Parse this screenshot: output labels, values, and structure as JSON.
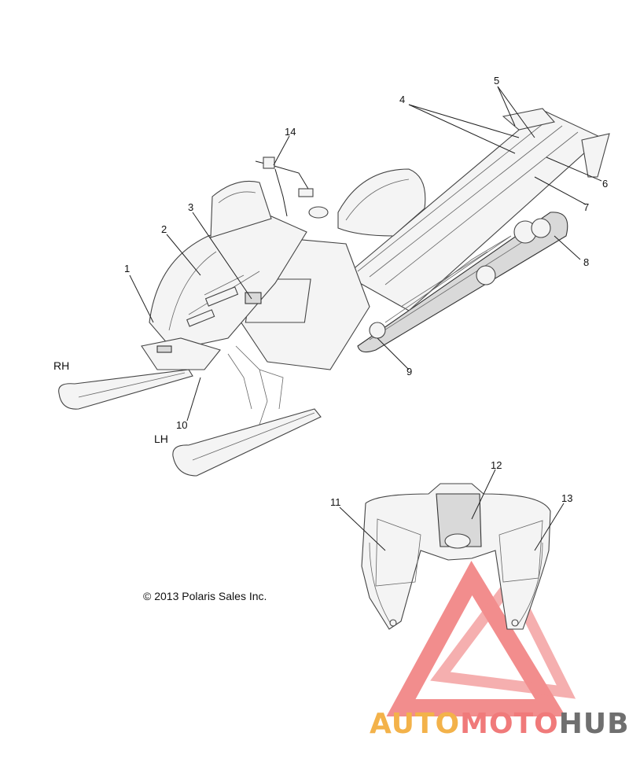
{
  "callouts": [
    "1",
    "2",
    "3",
    "4",
    "5",
    "6",
    "7",
    "8",
    "9",
    "10",
    "11",
    "12",
    "13",
    "14"
  ],
  "side_labels": {
    "right": "RH",
    "left": "LH"
  },
  "copyright": "© 2013 Polaris Sales Inc.",
  "watermark": {
    "part1": "AUTO",
    "part2": "MOTO",
    "part3": "HUB",
    "colors": [
      "#f3b24a",
      "#f07a7a",
      "#6f6f6f"
    ]
  }
}
